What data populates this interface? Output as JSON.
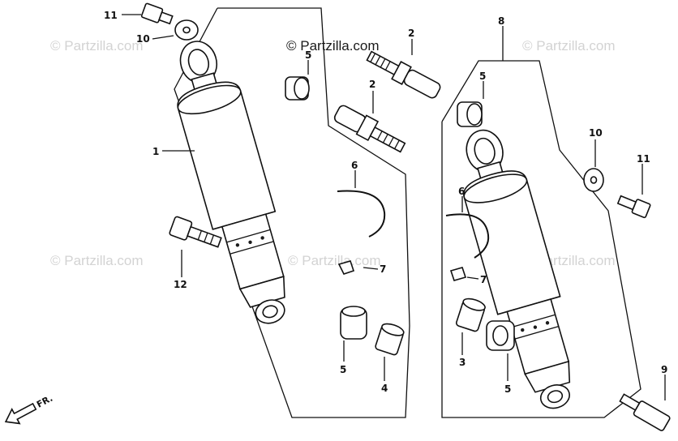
{
  "watermarks": {
    "main": "© Partzilla.com",
    "repeat": "© Partzilla.com"
  },
  "direction": {
    "label": "FR."
  },
  "callouts": {
    "c1": "1",
    "c2a": "2",
    "c2b": "2",
    "c3": "3",
    "c4": "4",
    "c5a": "5",
    "c5b": "5",
    "c5c": "5",
    "c5d": "5",
    "c6a": "6",
    "c6b": "6",
    "c7a": "7",
    "c7b": "7",
    "c8": "8",
    "c9": "9",
    "c10a": "10",
    "c10b": "10",
    "c11a": "11",
    "c11b": "11",
    "c12": "12"
  },
  "colors": {
    "line": "#111111",
    "watermark": "#d3d3d3"
  }
}
